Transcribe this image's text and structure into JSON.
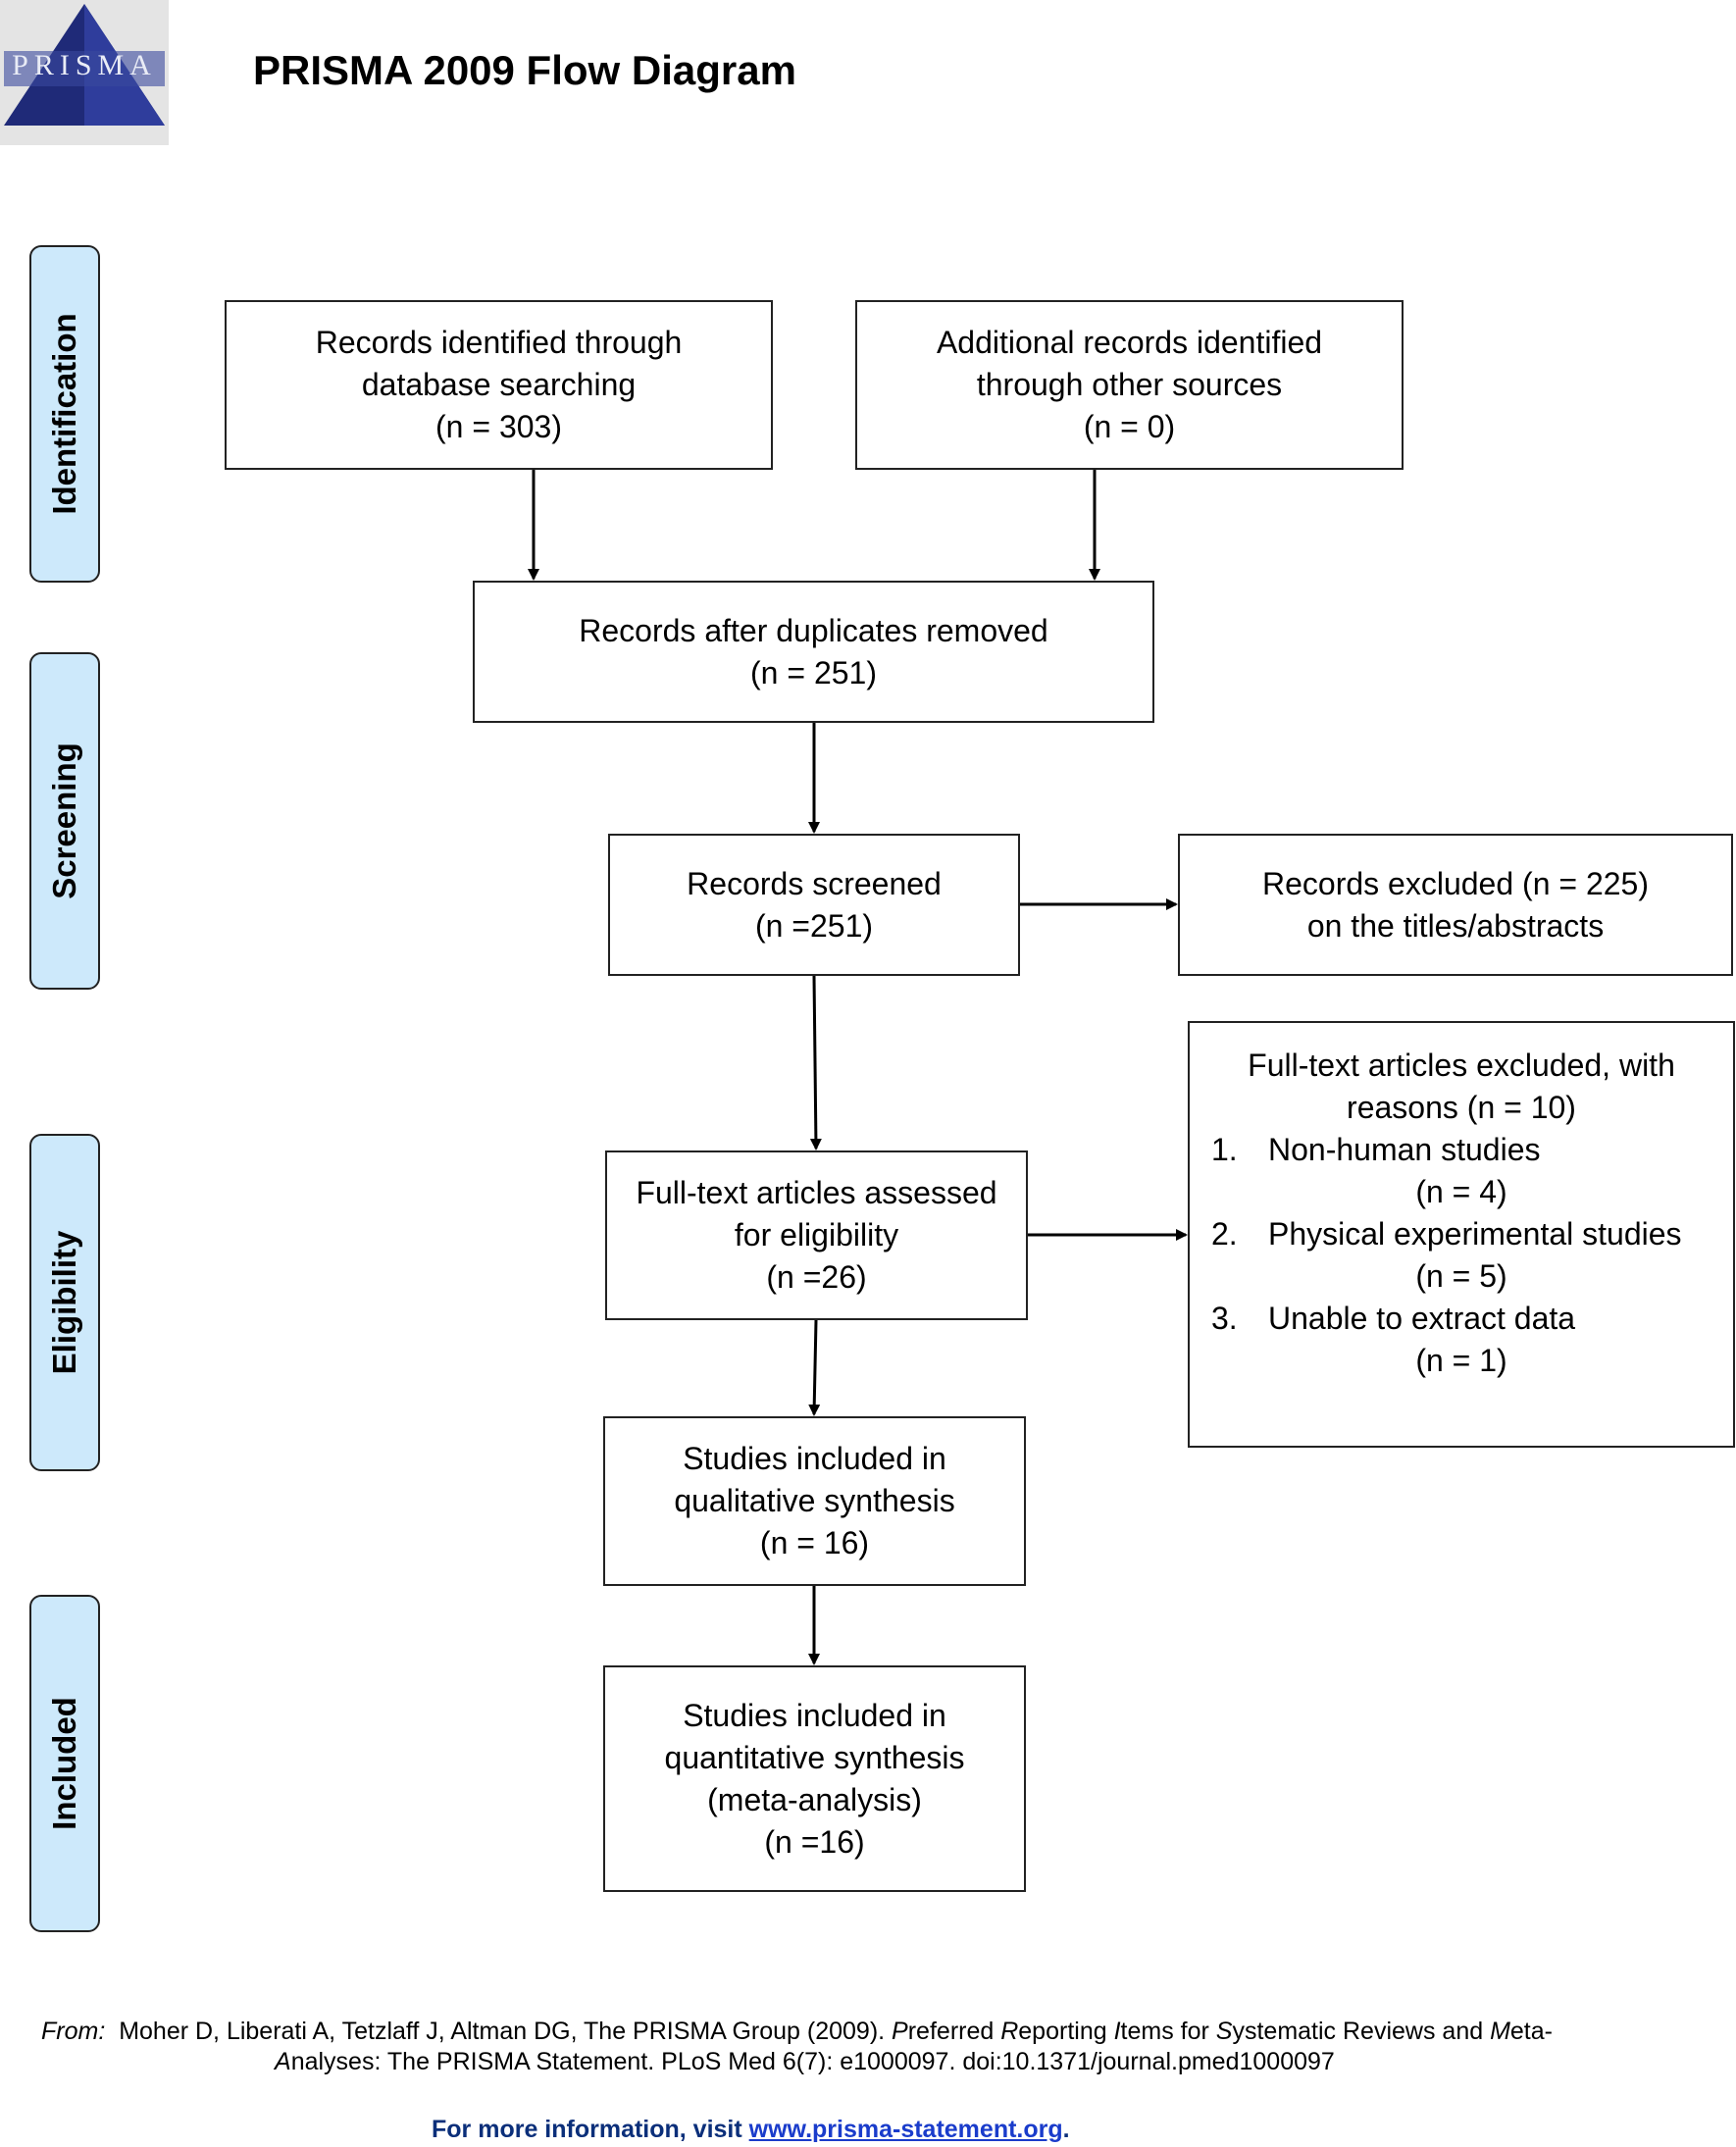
{
  "logo": {
    "text": "PRISMA"
  },
  "title": "PRISMA 2009 Flow Diagram",
  "stages": {
    "identification": "Identification",
    "screening": "Screening",
    "eligibility": "Eligibility",
    "included": "Included"
  },
  "boxes": {
    "db_search": [
      "Records identified through",
      "database searching",
      "(n = 303)"
    ],
    "other_sources": [
      "Additional records identified",
      "through other sources",
      "(n = 0)"
    ],
    "after_duplicates": [
      "Records after duplicates removed",
      "(n = 251)"
    ],
    "screened": [
      "Records screened",
      "(n =251)"
    ],
    "excluded_titles": [
      "Records excluded (n = 225)",
      "on the titles/abstracts"
    ],
    "fulltext_assessed": [
      "Full-text articles assessed",
      "for eligibility",
      "(n =26)"
    ],
    "fulltext_excluded": {
      "heading": [
        "Full-text articles excluded, with",
        "reasons (n = 10)"
      ],
      "reasons": [
        {
          "num": "1.",
          "label": "Non-human studies",
          "n": "(n = 4)"
        },
        {
          "num": "2.",
          "label": "Physical experimental studies",
          "n": "(n = 5)"
        },
        {
          "num": "3.",
          "label": "Unable to extract data",
          "n": "(n = 1)"
        }
      ]
    },
    "qualitative": [
      "Studies included in",
      "qualitative synthesis",
      "(n = 16)"
    ],
    "quantitative": [
      "Studies included in",
      "quantitative synthesis",
      "(meta-analysis)",
      "(n =16)"
    ]
  },
  "footer": {
    "from_label": "From:",
    "citation_line1_pre": "Moher D, Liberati A, Tetzlaff J, Altman DG, The PRISMA Group (2009). ",
    "citation_P": "P",
    "citation_referred": "referred ",
    "citation_R": "R",
    "citation_eporting": "eporting ",
    "citation_I": "I",
    "citation_tems": "tems for ",
    "citation_S": "S",
    "citation_ystematic": "ystematic Reviews and ",
    "citation_M": "M",
    "citation_eta": "eta-",
    "citation_A": "A",
    "citation_line2_rest": "nalyses: The PRISMA Statement. PLoS Med 6(7): e1000097. doi:10.1371/journal.pmed1000097",
    "more_info": "For more information, visit ",
    "link": "www.prisma-statement.org",
    "period": "."
  }
}
